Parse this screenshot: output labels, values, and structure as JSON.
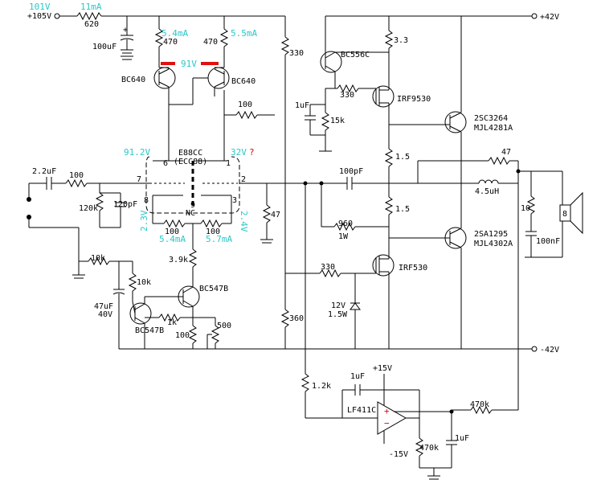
{
  "rails": {
    "supply_in": "+105V",
    "pos42": "+42V",
    "neg42": "-42V",
    "pos15": "+15V",
    "neg15": "-15V"
  },
  "annotations": {
    "v101": "101V",
    "i11": "11mA",
    "i54": "5.4mA",
    "i55": "5.5mA",
    "v91": "91V",
    "v912": "91.2V",
    "v32": "32V",
    "v32q": "?",
    "v23": "2.3V",
    "v24": "2.4V",
    "i54b": "5.4mA",
    "i57": "5.7mA"
  },
  "parts": {
    "r620": "620",
    "c100u": "100uF",
    "r470a": "470",
    "r470b": "470",
    "q_bc640a": "BC640",
    "q_bc640b": "BC640",
    "r330top": "330",
    "r100a": "100",
    "tube": "E88CC",
    "tube2": "(ECC88)",
    "pin6": "6",
    "pin1": "1",
    "pin7": "7",
    "pin2": "2",
    "pin8": "8",
    "pin3": "3",
    "pin9": "9",
    "nc": "NC",
    "c22u": "2.2uF",
    "r100in": "100",
    "r120k": "120k",
    "c120p": "120pF",
    "r100k1": "100",
    "r100k2": "100",
    "r47": "47",
    "r39k": "3.9k",
    "r10ka": "10k",
    "r10kb": "10k",
    "q_bc547a": "BC547B",
    "q_bc547b": "BC547B",
    "c47u": "47uF",
    "c47u_v": "40V",
    "r1k": "1k",
    "r100b": "100",
    "r500": "500",
    "r360": "360",
    "q_bc556": "BC556C",
    "r33": "3.3",
    "q_irf9530": "IRF9530",
    "r330g": "330",
    "c1u": "1uF",
    "r15k": "15k",
    "q_2sc": "2SC3264",
    "q_mjl4281": "MJL4281A",
    "r15a": "1.5",
    "r15b": "1.5",
    "r47o": "47",
    "l45": "4.5uH",
    "c100p": "100pF",
    "r960": "960",
    "r960w": "1W",
    "r10z": "10",
    "c100n": "100nF",
    "spk": "8",
    "q_2sa": "2SA1295",
    "q_mjl4302": "MJL4302A",
    "r330b": "330",
    "q_irf530": "IRF530",
    "z12": "12V",
    "z12w": "1.5W",
    "r12k": "1.2k",
    "c1ub": "1uF",
    "opamp": "LF411C",
    "op_plus": "+",
    "op_minus": "−",
    "r470k": "470k",
    "r470kb": "470k",
    "c1uc": "1uF"
  }
}
